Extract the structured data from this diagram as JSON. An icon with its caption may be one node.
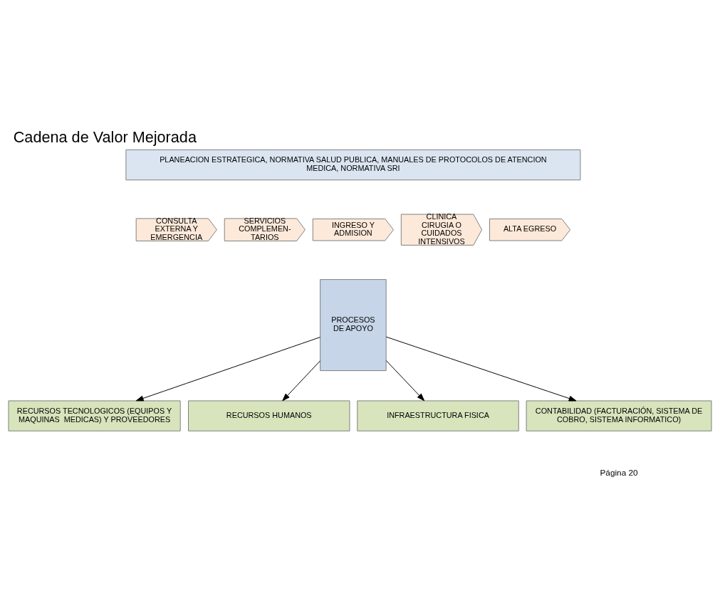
{
  "diagram": {
    "title": "Cadena de Valor Mejorada",
    "nodes": [
      {
        "text": [
          "PLANEACION ESTRATEGICA, NORMATIVA SALUD PUBLICA, MANUALES DE PROTOCOLOS DE ATENCION MEDICA, NORMATIVA SRI"
        ]
      },
      {
        "text": [
          "CONSULTA EXTERNA Y EMERGENCIA"
        ]
      },
      {
        "text": [
          "SERVICIOS COMPLEMEN- TARIOS"
        ]
      },
      {
        "text": [
          "INGRESO Y ADMISION"
        ]
      },
      {
        "text": [
          "CLINICA CIRUGIA O CUIDADOS INTENSIVOS"
        ]
      },
      {
        "text": [
          "ALTA EGRESO"
        ]
      },
      {
        "text": [
          "PROCESOS DE APOYO"
        ]
      },
      {
        "text": [
          "RECURSOS TECNOLOGICOS (EQUIPOS Y MAQUINAS  MEDICAS) Y PROVEEDORES"
        ]
      },
      {
        "text": [
          "RECURSOS HUMANOS"
        ]
      },
      {
        "text": [
          "INFRAESTRUCTURA FISICA"
        ]
      },
      {
        "text": [
          "CONTABILIDAD (FACTURACIÓN, SISTEMA DE COBRO, SISTEMA INFORMATICO)"
        ]
      }
    ],
    "edges": [
      {
        "from": 6,
        "to": 7,
        "arrow": "to"
      },
      {
        "from": 6,
        "to": 8,
        "arrow": "to"
      },
      {
        "from": 6,
        "to": 9,
        "arrow": "to"
      },
      {
        "from": 6,
        "to": 10,
        "arrow": "to"
      }
    ],
    "labels": [
      "Página 20"
    ]
  }
}
